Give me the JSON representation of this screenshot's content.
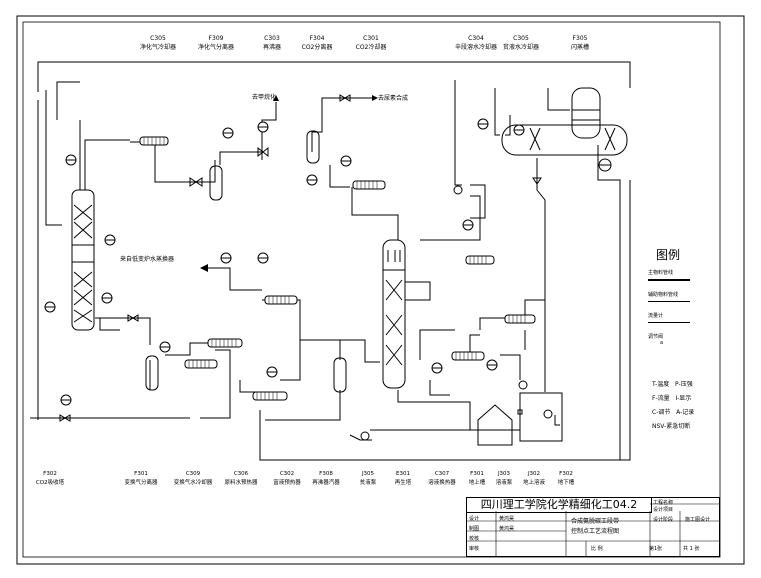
{
  "top_equipment": [
    {
      "tag": "C305",
      "name": "净化气冷却器"
    },
    {
      "tag": "F309",
      "name": "净化气分离器"
    },
    {
      "tag": "C303",
      "name": "再沸器"
    },
    {
      "tag": "F304",
      "name": "CO2分离器"
    },
    {
      "tag": "C301",
      "name": "CO2冷却器"
    },
    {
      "tag": "C304",
      "name": "辛段溶水冷却器"
    },
    {
      "tag": "C305",
      "name": "贫液水冷却器"
    },
    {
      "tag": "F305",
      "name": "闪蒸槽"
    }
  ],
  "bottom_equipment": [
    {
      "tag": "F302",
      "name": "CO2吸收塔"
    },
    {
      "tag": "F301",
      "name": "变换气分离器"
    },
    {
      "tag": "C309",
      "name": "变换气水冷却器"
    },
    {
      "tag": "C306",
      "name": "原料水预热器"
    },
    {
      "tag": "C302",
      "name": "富液预热器"
    },
    {
      "tag": "F308",
      "name": "再沸器汽器"
    },
    {
      "tag": "J305",
      "name": "贫液泵"
    },
    {
      "tag": "E301",
      "name": "再生塔"
    },
    {
      "tag": "C307",
      "name": "溶液换热器"
    },
    {
      "tag": "F301",
      "name": "地上槽"
    },
    {
      "tag": "J303",
      "name": "溶液泵"
    },
    {
      "tag": "J302",
      "name": "地上溶液"
    },
    {
      "tag": "F302",
      "name": "地下槽"
    }
  ],
  "stream_labels": {
    "to_methanation": "去甲烷化",
    "to_urea": "去尿素合成",
    "from_process": "来自低变炉水蒸换器"
  },
  "legend": {
    "title": "图例",
    "items": [
      "主物料管线",
      "辅助物料管线",
      "流量计",
      "调节阀"
    ],
    "valve_mark": "a",
    "symbols": [
      {
        "code": "T",
        "text": "-温度"
      },
      {
        "code": "P",
        "text": "-压强"
      },
      {
        "code": "F",
        "text": "-流量"
      },
      {
        "code": "I",
        "text": "-显示"
      },
      {
        "code": "C",
        "text": "-调节"
      },
      {
        "code": "A",
        "text": "-记录"
      }
    ],
    "extra": "NSV-紧急切断"
  },
  "title_block": {
    "school": "四川理工学院化学精细化工04.2",
    "drawing_title_1": "合成氨脱碳工段带",
    "drawing_title_2": "控制点工艺流程图",
    "rows": [
      {
        "label": "设计",
        "value": "黄鸿昊"
      },
      {
        "label": "制图",
        "value": "黄鸿昊"
      },
      {
        "label": "校核",
        "value": ""
      },
      {
        "label": "审核",
        "value": ""
      }
    ],
    "scale_label": "比 例",
    "sheet": "第1张",
    "total": "共 1 张",
    "right_labels": [
      "工程名称",
      "设计项目",
      "设计阶段",
      "施工图设计"
    ]
  }
}
